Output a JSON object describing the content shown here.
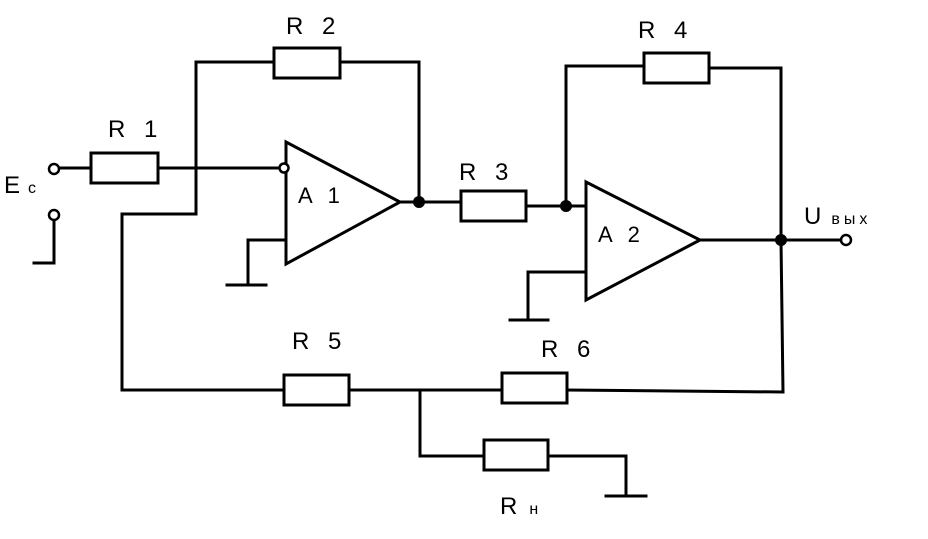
{
  "labels": {
    "r1": "R 1",
    "r2": "R 2",
    "r3": "R 3",
    "r4": "R 4",
    "r5": "R 5",
    "r6": "R 6",
    "rn_main": "R",
    "rn_sub": "н",
    "amp1": "A 1",
    "amp2": "A 2",
    "ec_main": "E",
    "ec_sub": "с",
    "uout_main": "U",
    "uout_sub": "вых"
  }
}
